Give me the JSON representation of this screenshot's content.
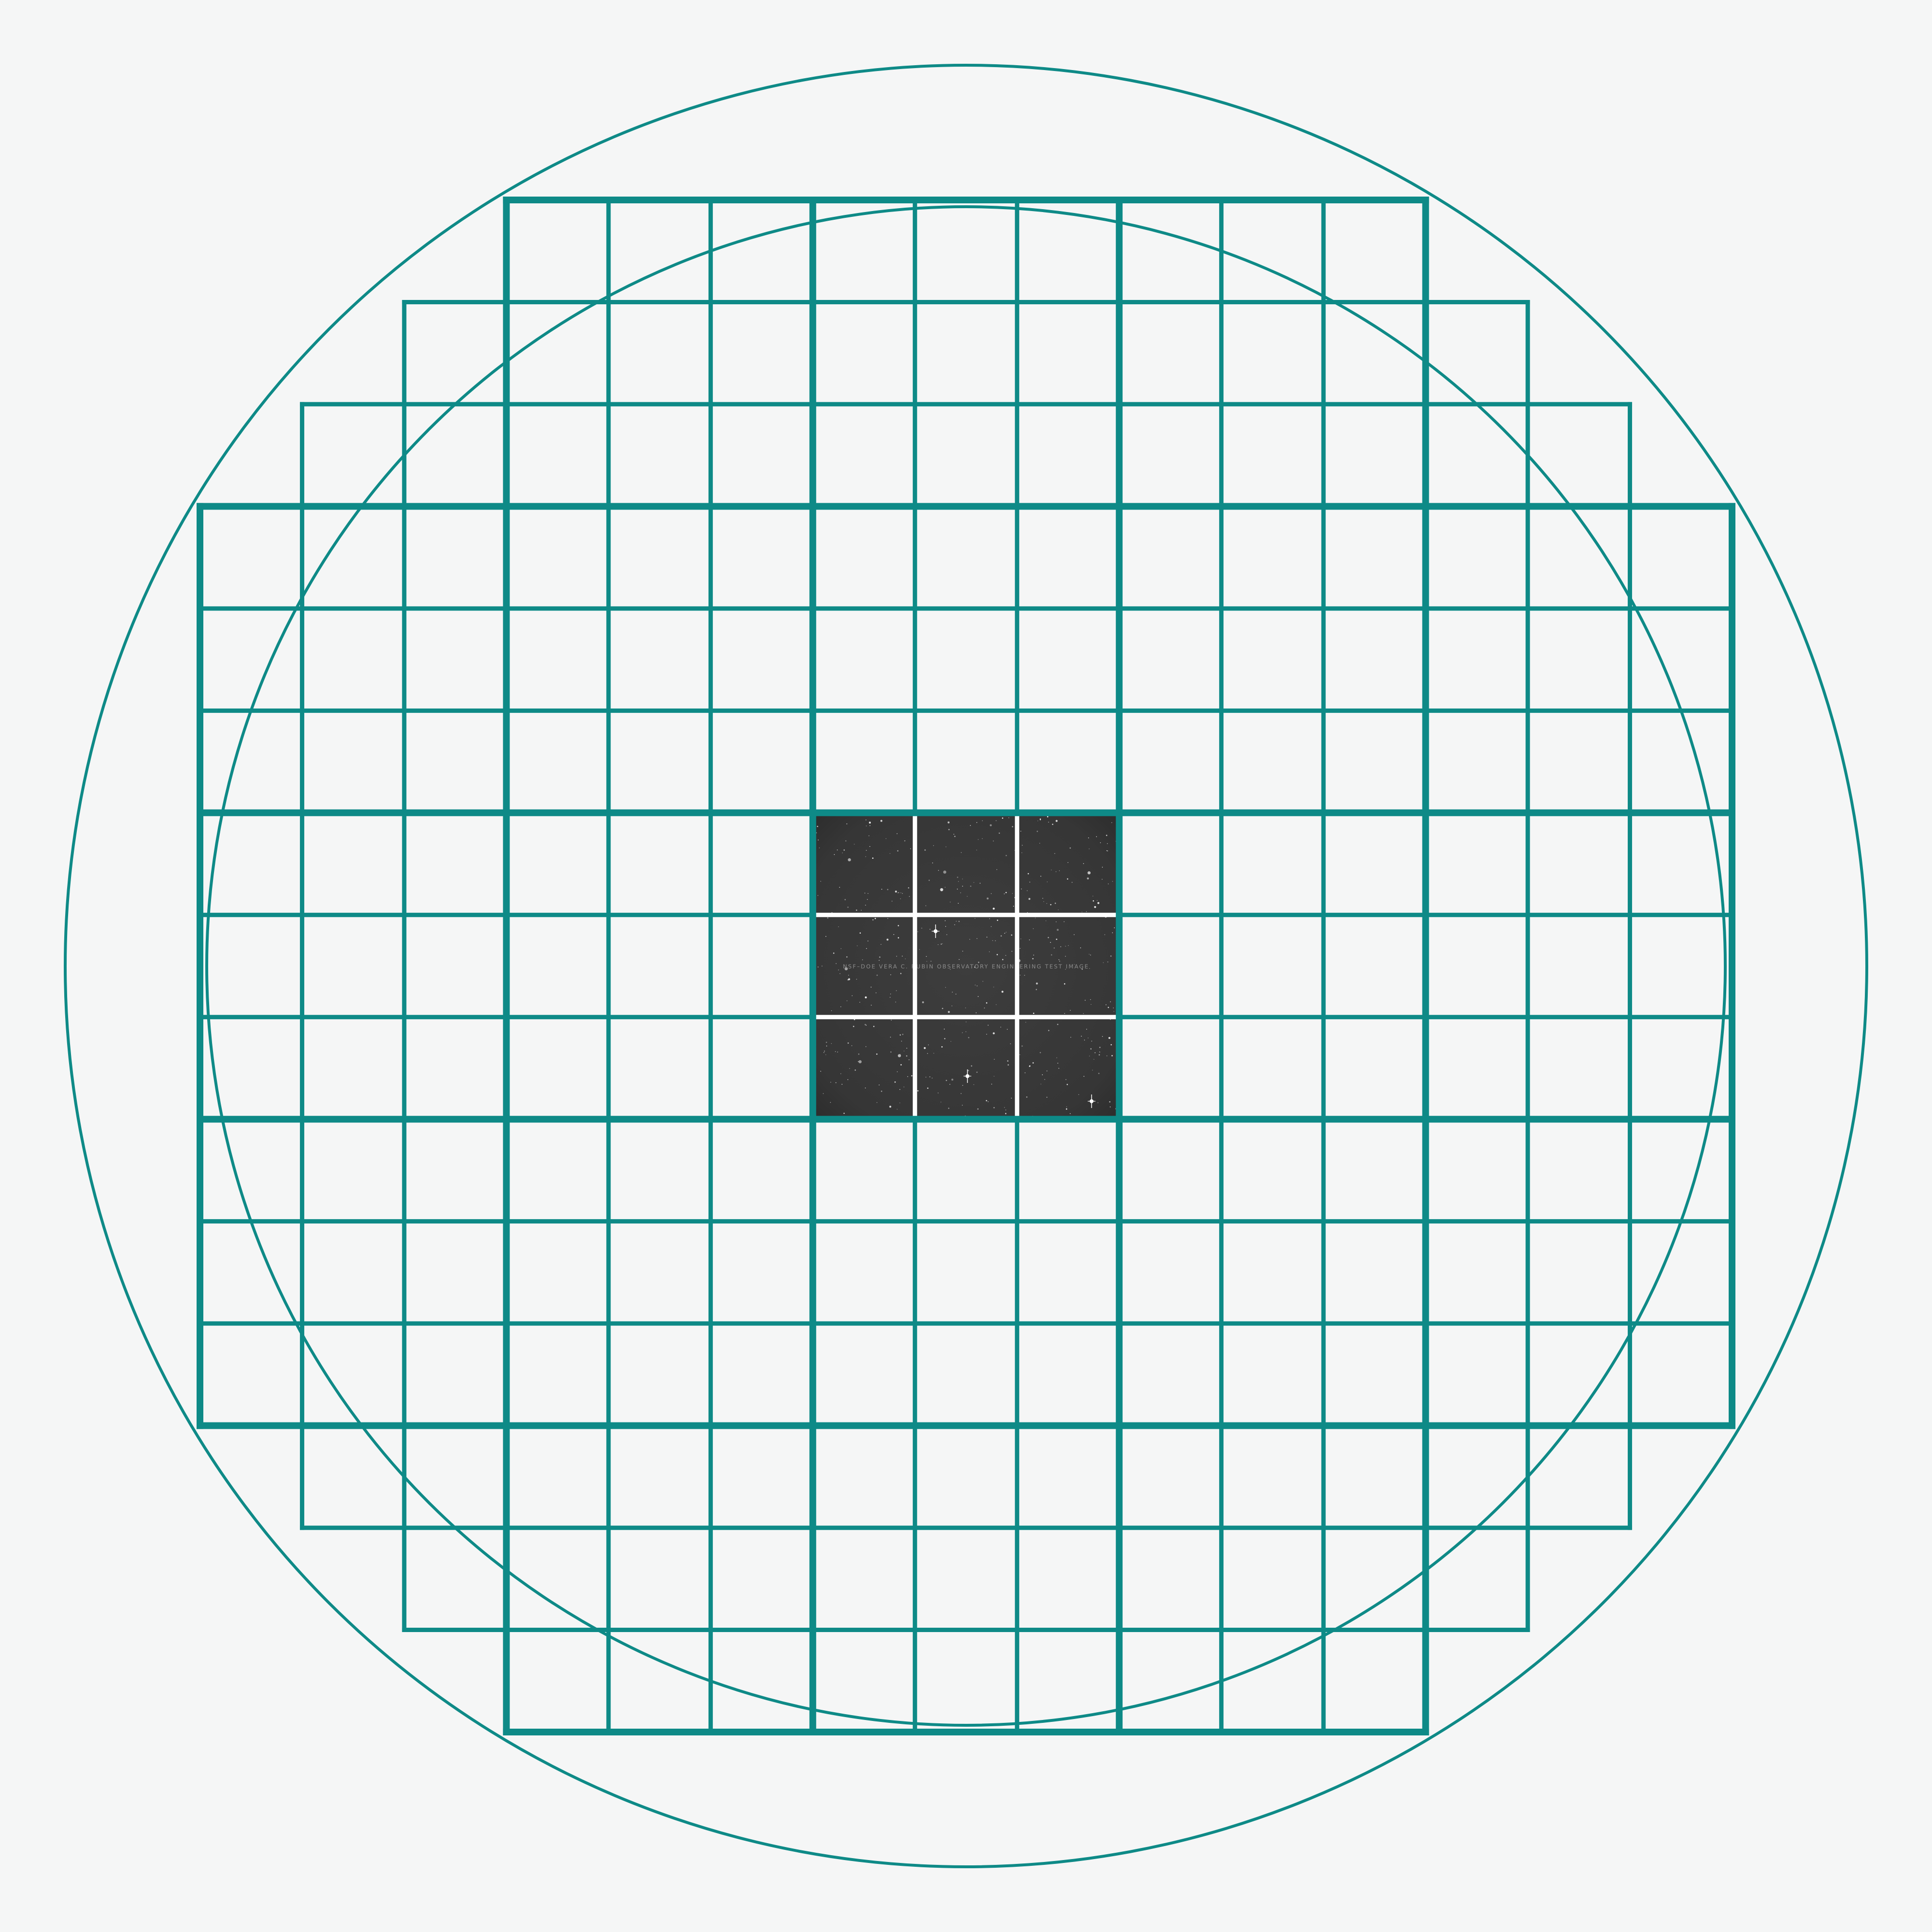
{
  "diagram": {
    "description_free": true,
    "colors": {
      "background": "#f5f6f6",
      "line": "#0e8a87",
      "image_tile": "#3a3a3a",
      "chip_gap": "#ffffff",
      "star": "#ffffff"
    },
    "raft_grid": {
      "rafts_per_side": 5,
      "sensors_per_raft_side": 3,
      "corner_rafts_present": false
    },
    "highlighted_raft": {
      "raft_column": 2,
      "raft_row": 2,
      "content": "sky-image"
    },
    "image_caption": "NSF–DOE VERA C. RUBIN OBSERVATORY ENGINEERING TEST IMAGE"
  }
}
